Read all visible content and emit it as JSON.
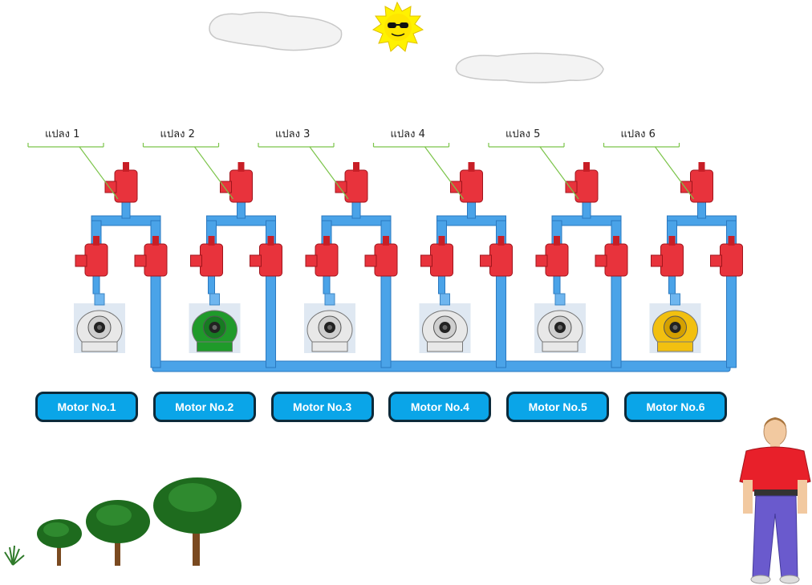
{
  "plots": [
    {
      "label": "แปลง  1"
    },
    {
      "label": "แปลง  2"
    },
    {
      "label": "แปลง  3"
    },
    {
      "label": "แปลง  4"
    },
    {
      "label": "แปลง  5"
    },
    {
      "label": "แปลง  6"
    }
  ],
  "motors": [
    {
      "label": "Motor No.1",
      "pump_color": "#e8e8e8",
      "status": "off"
    },
    {
      "label": "Motor No.2",
      "pump_color": "#1f9a2a",
      "status": "on"
    },
    {
      "label": "Motor No.3",
      "pump_color": "#e8e8e8",
      "status": "off"
    },
    {
      "label": "Motor No.4",
      "pump_color": "#e8e8e8",
      "status": "off"
    },
    {
      "label": "Motor No.5",
      "pump_color": "#e8e8e8",
      "status": "off"
    },
    {
      "label": "Motor No.6",
      "pump_color": "#f2c010",
      "status": "fault"
    }
  ],
  "colors": {
    "pipe": "#4aa3e8",
    "valve": "#e8333c",
    "button": "#0aa5e8",
    "label_line": "#7cc44a"
  },
  "icons": [
    "sun-icon",
    "cloud-icon",
    "tree-icon",
    "grass-icon",
    "person-icon",
    "pump-icon",
    "valve-icon"
  ]
}
